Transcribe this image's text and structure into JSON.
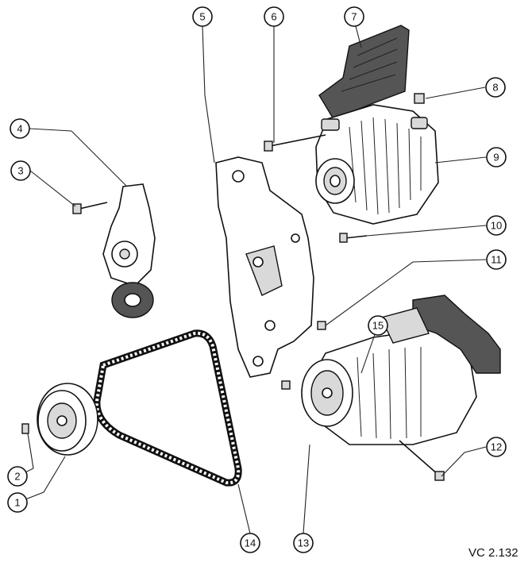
{
  "callouts": [
    "1",
    "2",
    "3",
    "4",
    "5",
    "6",
    "7",
    "8",
    "9",
    "10",
    "11",
    "12",
    "13",
    "14",
    "15"
  ],
  "reference_code": "VC 2.132"
}
